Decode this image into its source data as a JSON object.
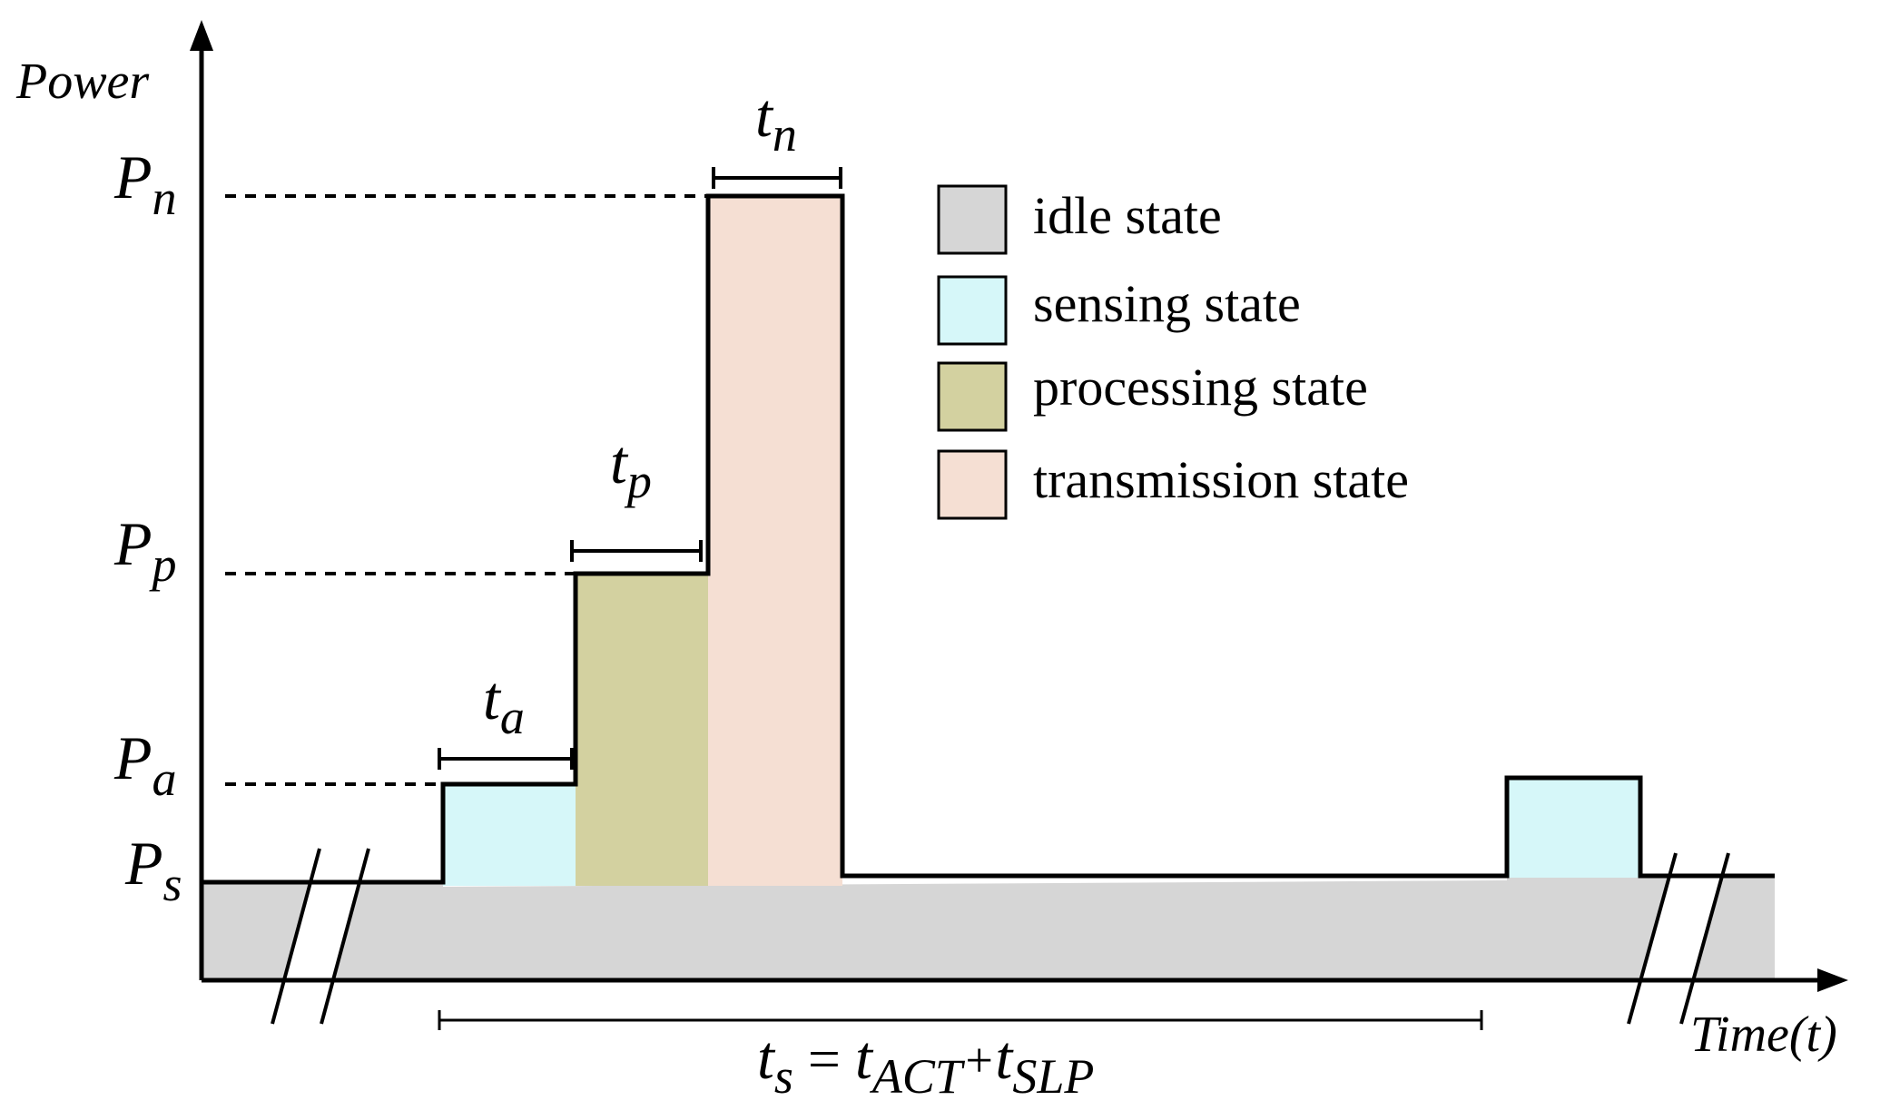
{
  "axes": {
    "y_label": "Power",
    "x_label": "Time(t)"
  },
  "power_levels": [
    {
      "id": "n",
      "main": "P",
      "sub": "n"
    },
    {
      "id": "p",
      "main": "P",
      "sub": "p"
    },
    {
      "id": "a",
      "main": "P",
      "sub": "a"
    },
    {
      "id": "s",
      "main": "P",
      "sub": "s"
    }
  ],
  "durations": [
    {
      "id": "a",
      "main": "t",
      "sub": "a"
    },
    {
      "id": "p",
      "main": "t",
      "sub": "p"
    },
    {
      "id": "n",
      "main": "t",
      "sub": "n"
    }
  ],
  "period": {
    "lhs_main": "t",
    "lhs_sub": "s",
    "equals": " = ",
    "t1_main": "t",
    "t1_sub": "ACT",
    "plus": "+",
    "t2_main": "t",
    "t2_sub": "SLP"
  },
  "legend": [
    {
      "id": "idle",
      "label": "idle state",
      "color": "#d6d6d6"
    },
    {
      "id": "sensing",
      "label": "sensing state",
      "color": "#d6f7f9"
    },
    {
      "id": "processing",
      "label": "processing state",
      "color": "#d3d1a0"
    },
    {
      "id": "transmission",
      "label": "transmission state",
      "color": "#f5dfd3"
    }
  ]
}
